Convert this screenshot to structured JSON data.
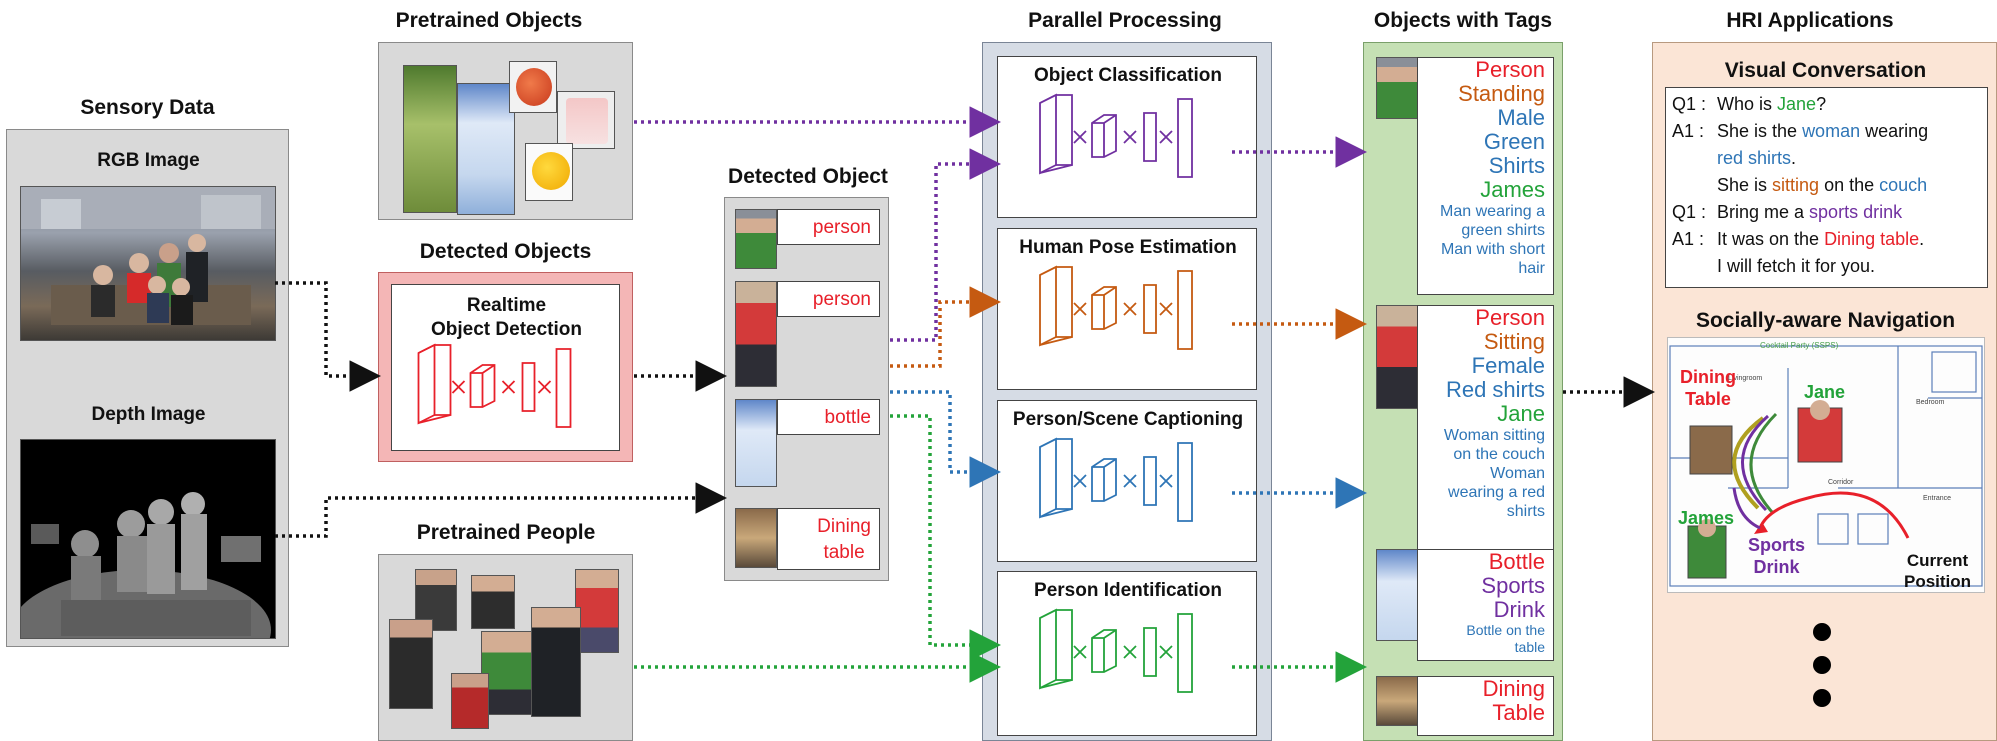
{
  "colors": {
    "red": "#e8202a",
    "orange": "#c55a11",
    "blue": "#2e75b6",
    "green": "#23a33a",
    "purple": "#7030a0",
    "panel_gray": "#d9d9d9",
    "panel_blue": "#d6dce5",
    "panel_green": "#c5e0b4",
    "panel_peach": "#fbe5d6",
    "panel_pink": "#f4b6b6"
  },
  "sensory": {
    "title": "Sensory Data",
    "rgb_label": "RGB Image",
    "depth_label": "Depth Image"
  },
  "pretrained_objects": {
    "title": "Pretrained Objects"
  },
  "pretrained_people": {
    "title": "Pretrained People"
  },
  "detected_objects": {
    "title": "Detected Objects",
    "box_line1": "Realtime",
    "box_line2": "Object Detection"
  },
  "detected_object": {
    "title": "Detected Object",
    "items": [
      {
        "label": "person",
        "thumb": "person-thumb"
      },
      {
        "label": "person",
        "thumb": "person-thumb"
      },
      {
        "label": "bottle",
        "thumb": "bottle-thumb"
      },
      {
        "label": "Dining\ntable",
        "thumb": "table-thumb"
      }
    ]
  },
  "parallel": {
    "title": "Parallel Processing",
    "modules": [
      {
        "name": "Object Classification",
        "color": "#7030a0"
      },
      {
        "name": "Human Pose Estimation",
        "color": "#c55a11"
      },
      {
        "name": "Person/Scene Captioning",
        "color": "#2e75b6"
      },
      {
        "name": "Person Identification",
        "color": "#23a33a"
      }
    ]
  },
  "tags": {
    "title": "Objects with Tags",
    "groups": [
      {
        "lines": [
          {
            "text": "Person",
            "color": "#e8202a",
            "size": "big"
          },
          {
            "text": "Standing",
            "color": "#c55a11",
            "size": "big"
          },
          {
            "text": "Male",
            "color": "#2e75b6",
            "size": "big"
          },
          {
            "text": "Green",
            "color": "#2e75b6",
            "size": "big"
          },
          {
            "text": "Shirts",
            "color": "#2e75b6",
            "size": "big"
          },
          {
            "text": "James",
            "color": "#23a33a",
            "size": "big"
          },
          {
            "text": "Man wearing a",
            "color": "#2e75b6",
            "size": "small"
          },
          {
            "text": "green shirts",
            "color": "#2e75b6",
            "size": "small"
          },
          {
            "text": "Man with short",
            "color": "#2e75b6",
            "size": "small"
          },
          {
            "text": "hair",
            "color": "#2e75b6",
            "size": "small"
          }
        ]
      },
      {
        "lines": [
          {
            "text": "Person",
            "color": "#e8202a",
            "size": "big"
          },
          {
            "text": "Sitting",
            "color": "#c55a11",
            "size": "big"
          },
          {
            "text": "Female",
            "color": "#2e75b6",
            "size": "big"
          },
          {
            "text": "Red shirts",
            "color": "#2e75b6",
            "size": "big"
          },
          {
            "text": "Jane",
            "color": "#23a33a",
            "size": "big"
          },
          {
            "text": "Woman sitting",
            "color": "#2e75b6",
            "size": "small"
          },
          {
            "text": "on the couch",
            "color": "#2e75b6",
            "size": "small"
          },
          {
            "text": "Woman",
            "color": "#2e75b6",
            "size": "small"
          },
          {
            "text": "wearing a red",
            "color": "#2e75b6",
            "size": "small"
          },
          {
            "text": "shirts",
            "color": "#2e75b6",
            "size": "small"
          }
        ]
      },
      {
        "lines": [
          {
            "text": "Bottle",
            "color": "#e8202a",
            "size": "big"
          },
          {
            "text": "Sports",
            "color": "#7030a0",
            "size": "big"
          },
          {
            "text": "Drink",
            "color": "#7030a0",
            "size": "big"
          },
          {
            "text": "Bottle on the",
            "color": "#2e75b6",
            "size": "tiny"
          },
          {
            "text": "table",
            "color": "#2e75b6",
            "size": "tiny"
          }
        ]
      },
      {
        "lines": [
          {
            "text": "Dining",
            "color": "#e8202a",
            "size": "big"
          },
          {
            "text": "Table",
            "color": "#e8202a",
            "size": "big"
          }
        ]
      }
    ]
  },
  "hri": {
    "title": "HRI Applications",
    "visual_conversation": {
      "title": "Visual Conversation",
      "lines": [
        {
          "prefix": "Q1 : ",
          "parts": [
            {
              "text": "Who is ",
              "color": "#111"
            },
            {
              "text": "Jane",
              "color": "#23a33a"
            },
            {
              "text": "?",
              "color": "#111"
            }
          ]
        },
        {
          "prefix": "A1 : ",
          "parts": [
            {
              "text": "She is the ",
              "color": "#111"
            },
            {
              "text": "woman",
              "color": "#2e75b6"
            },
            {
              "text": " wearing",
              "color": "#111"
            }
          ]
        },
        {
          "prefix": "",
          "parts": [
            {
              "text": "red shirts",
              "color": "#2e75b6"
            },
            {
              "text": ".",
              "color": "#111"
            }
          ]
        },
        {
          "prefix": "",
          "parts": [
            {
              "text": "She is ",
              "color": "#111"
            },
            {
              "text": "sitting",
              "color": "#c55a11"
            },
            {
              "text": " on the ",
              "color": "#111"
            },
            {
              "text": "couch",
              "color": "#2e75b6"
            }
          ]
        },
        {
          "prefix": "Q1 : ",
          "parts": [
            {
              "text": "Bring me a ",
              "color": "#111"
            },
            {
              "text": "sports drink",
              "color": "#7030a0"
            }
          ]
        },
        {
          "prefix": "A1 : ",
          "parts": [
            {
              "text": "It was on the ",
              "color": "#111"
            },
            {
              "text": "Dining table",
              "color": "#e8202a"
            },
            {
              "text": ".",
              "color": "#111"
            }
          ]
        },
        {
          "prefix": "",
          "parts": [
            {
              "text": "I will fetch it for you.",
              "color": "#111"
            }
          ]
        }
      ]
    },
    "navigation": {
      "title": "Socially-aware Navigation",
      "map_labels": {
        "dining_table": "Dining\nTable",
        "jane": "Jane",
        "james": "James",
        "sports_drink": "Sports\nDrink",
        "current_position": "Current\nPosition"
      }
    },
    "ellipsis_icon": "vertical-ellipsis"
  }
}
